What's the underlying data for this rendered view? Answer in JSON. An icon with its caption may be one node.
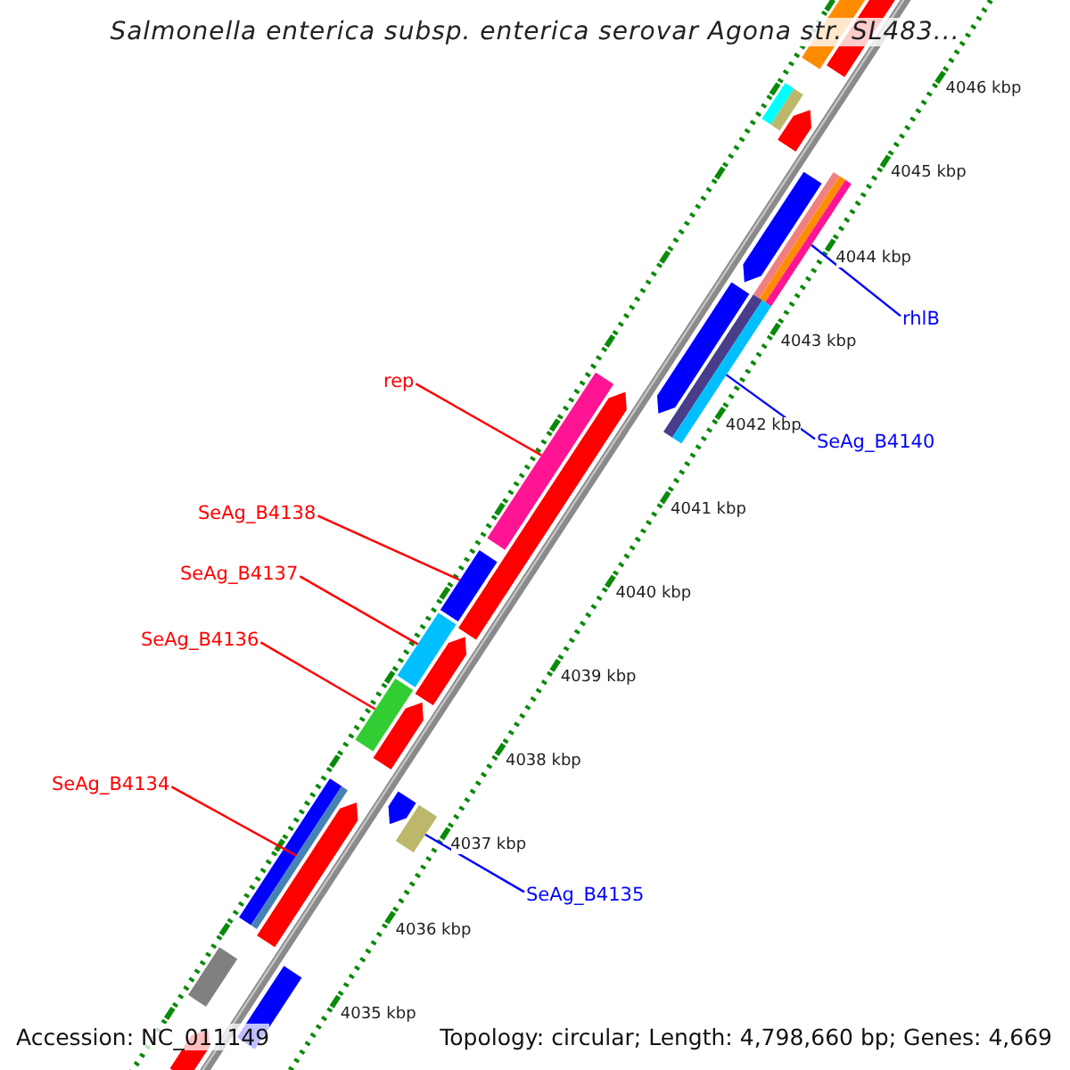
{
  "diagram": {
    "title": "Salmonella enterica subsp. enterica serovar Agona str. SL483...",
    "nodes": [
      {
        "text": [
          "rhlB"
        ]
      },
      {
        "text": [],
        "shape": "bar"
      },
      {
        "text": [
          "rep"
        ]
      },
      {
        "text": [],
        "shape": "bar"
      },
      {
        "text": [
          "SeAg_B4140"
        ]
      },
      {
        "text": [],
        "shape": "bar"
      },
      {
        "text": [
          "SeAg_B4138"
        ]
      },
      {
        "text": [],
        "shape": "bar"
      },
      {
        "text": [
          "SeAg_B4137"
        ]
      },
      {
        "text": [],
        "shape": "bar"
      },
      {
        "text": [
          "SeAg_B4136"
        ]
      },
      {
        "text": [],
        "shape": "bar"
      },
      {
        "text": [
          "SeAg_B4134"
        ]
      },
      {
        "text": [],
        "shape": "bar"
      },
      {
        "text": [
          "SeAg_B4135"
        ]
      },
      {
        "text": [],
        "shape": "bar"
      },
      {
        "text": [],
        "shape": "bar"
      },
      {
        "text": [],
        "shape": "bar"
      }
    ],
    "edges": [
      {
        "from": 0,
        "to": 1,
        "arrow": "none",
        "color": "#0000ff"
      },
      {
        "from": 2,
        "to": 3,
        "arrow": "none"
      },
      {
        "from": 4,
        "to": 5,
        "arrow": "none",
        "color": "#0000ff"
      },
      {
        "from": 6,
        "to": 7,
        "arrow": "none"
      },
      {
        "from": 8,
        "to": 9,
        "arrow": "none"
      },
      {
        "from": 10,
        "to": 11,
        "arrow": "none"
      },
      {
        "from": 12,
        "to": 13,
        "arrow": "none"
      },
      {
        "from": 14,
        "to": 15,
        "arrow": "none",
        "color": "#0000ff"
      }
    ],
    "labels": [
      "4046 kbp",
      "4045 kbp",
      "4044 kbp",
      "4043 kbp",
      "4042 kbp",
      "4041 kbp",
      "4040 kbp",
      "4039 kbp",
      "4038 kbp",
      "4037 kbp",
      "4036 kbp",
      "4035 kbp",
      "Accession: NC_011149",
      "Topology: circular; Length: 4,798,660 bp; Genes: 4,669"
    ]
  }
}
